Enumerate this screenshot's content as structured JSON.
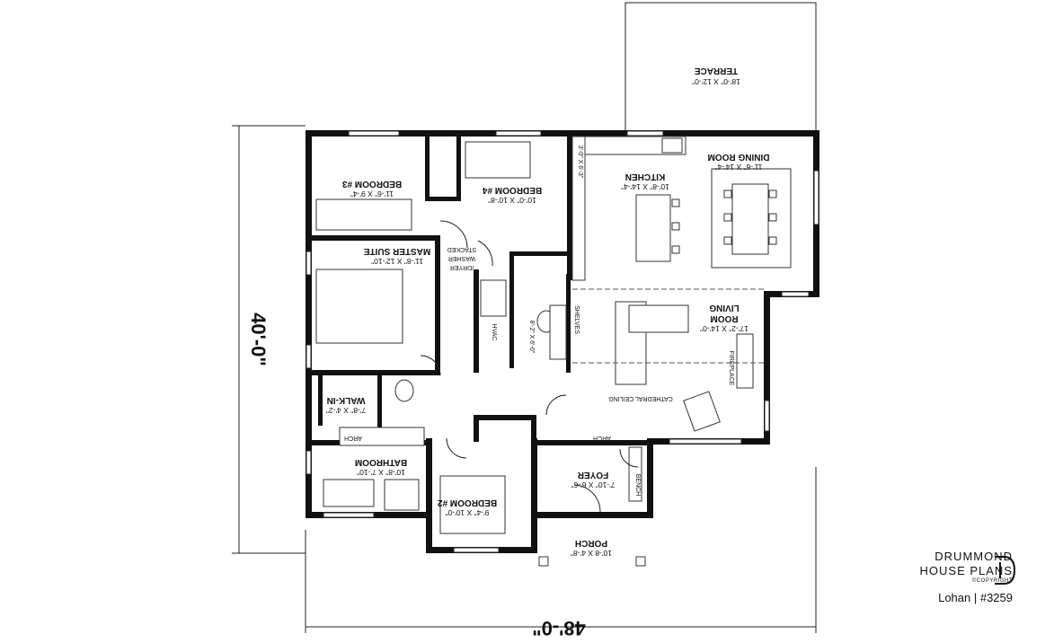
{
  "rooms": {
    "terrace": {
      "name": "TERRACE",
      "dim": "18'-0\" X 12'-0\""
    },
    "dining": {
      "name": "DINING ROOM",
      "dim": "11'-6\" X 14'-4\""
    },
    "kitchen": {
      "name": "KITCHEN",
      "dim": "10'-8\" X 14'-4\""
    },
    "bedroom4": {
      "name": "BEDROOM #4",
      "dim": "10'-0\" X 10'-8\""
    },
    "bedroom3": {
      "name": "BEDROOM #3",
      "dim": "11'-6\" X 9'-4\""
    },
    "master": {
      "name": "MASTER SUITE",
      "dim": "11'-8\" X 12'-10\""
    },
    "living": {
      "name": "LIVING ROOM",
      "dim": "17'-2\" X 14'-0\""
    },
    "walkin": {
      "name": "WALK-IN",
      "dim": "7'-8\" X 4'-2\""
    },
    "bathroom": {
      "name": "BATHROOM",
      "dim": "10'-8\" X 7'-10\""
    },
    "bedroom2": {
      "name": "BEDROOM #2",
      "dim": "9'-4\" X 10'-0\""
    },
    "foyer": {
      "name": "FOYER",
      "dim": "7'-10\" X 6'-6\""
    },
    "porch": {
      "name": "PORCH",
      "dim": "10'-8 X 4'-8\""
    }
  },
  "labels": {
    "stacked1": "STACKED",
    "stacked2": "WASHER",
    "stacked3": "/DRYER",
    "pantry_dim": "3'-0\" X 6'-3\"",
    "shelves": "SHELVES",
    "closet_dim": "8'-2\" X 6'-0\"",
    "hvac": "HVAC",
    "fireplace": "FIREPLACE",
    "cathedral": "CATHEDRAL CEILING",
    "arch1": "ARCH",
    "arch2": "ARCH",
    "bench": "BENCH"
  },
  "dimensions": {
    "width": "48'-0\"",
    "depth": "40'-0\""
  },
  "brand": {
    "line1": "DRUMMOND",
    "line2": "HOUSE PLANS",
    "copyright": "©COPYRIGHT",
    "plan": "Lohan | #3259"
  }
}
